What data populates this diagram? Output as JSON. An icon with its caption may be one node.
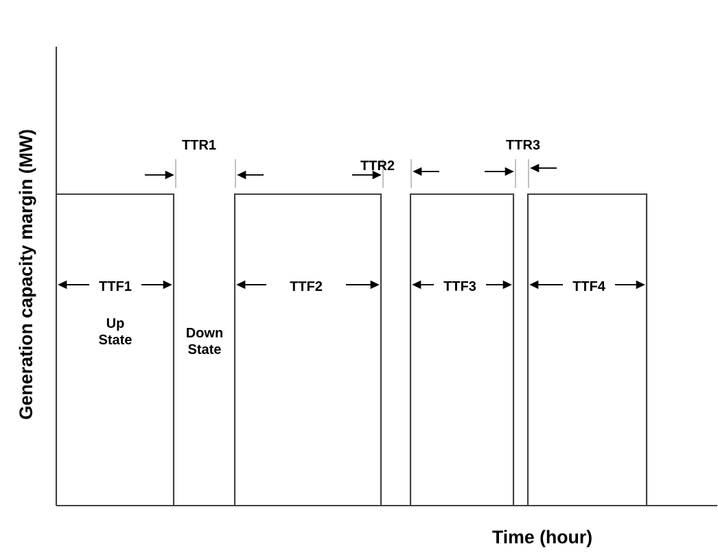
{
  "diagram": {
    "labels": [
      "Generation capacity margin (MW)",
      "TTR1",
      "TTR2",
      "TTR3",
      "TTF1",
      "TTF2",
      "TTF3",
      "TTF4",
      "Up State",
      "Down State",
      "Time (hour)"
    ]
  }
}
